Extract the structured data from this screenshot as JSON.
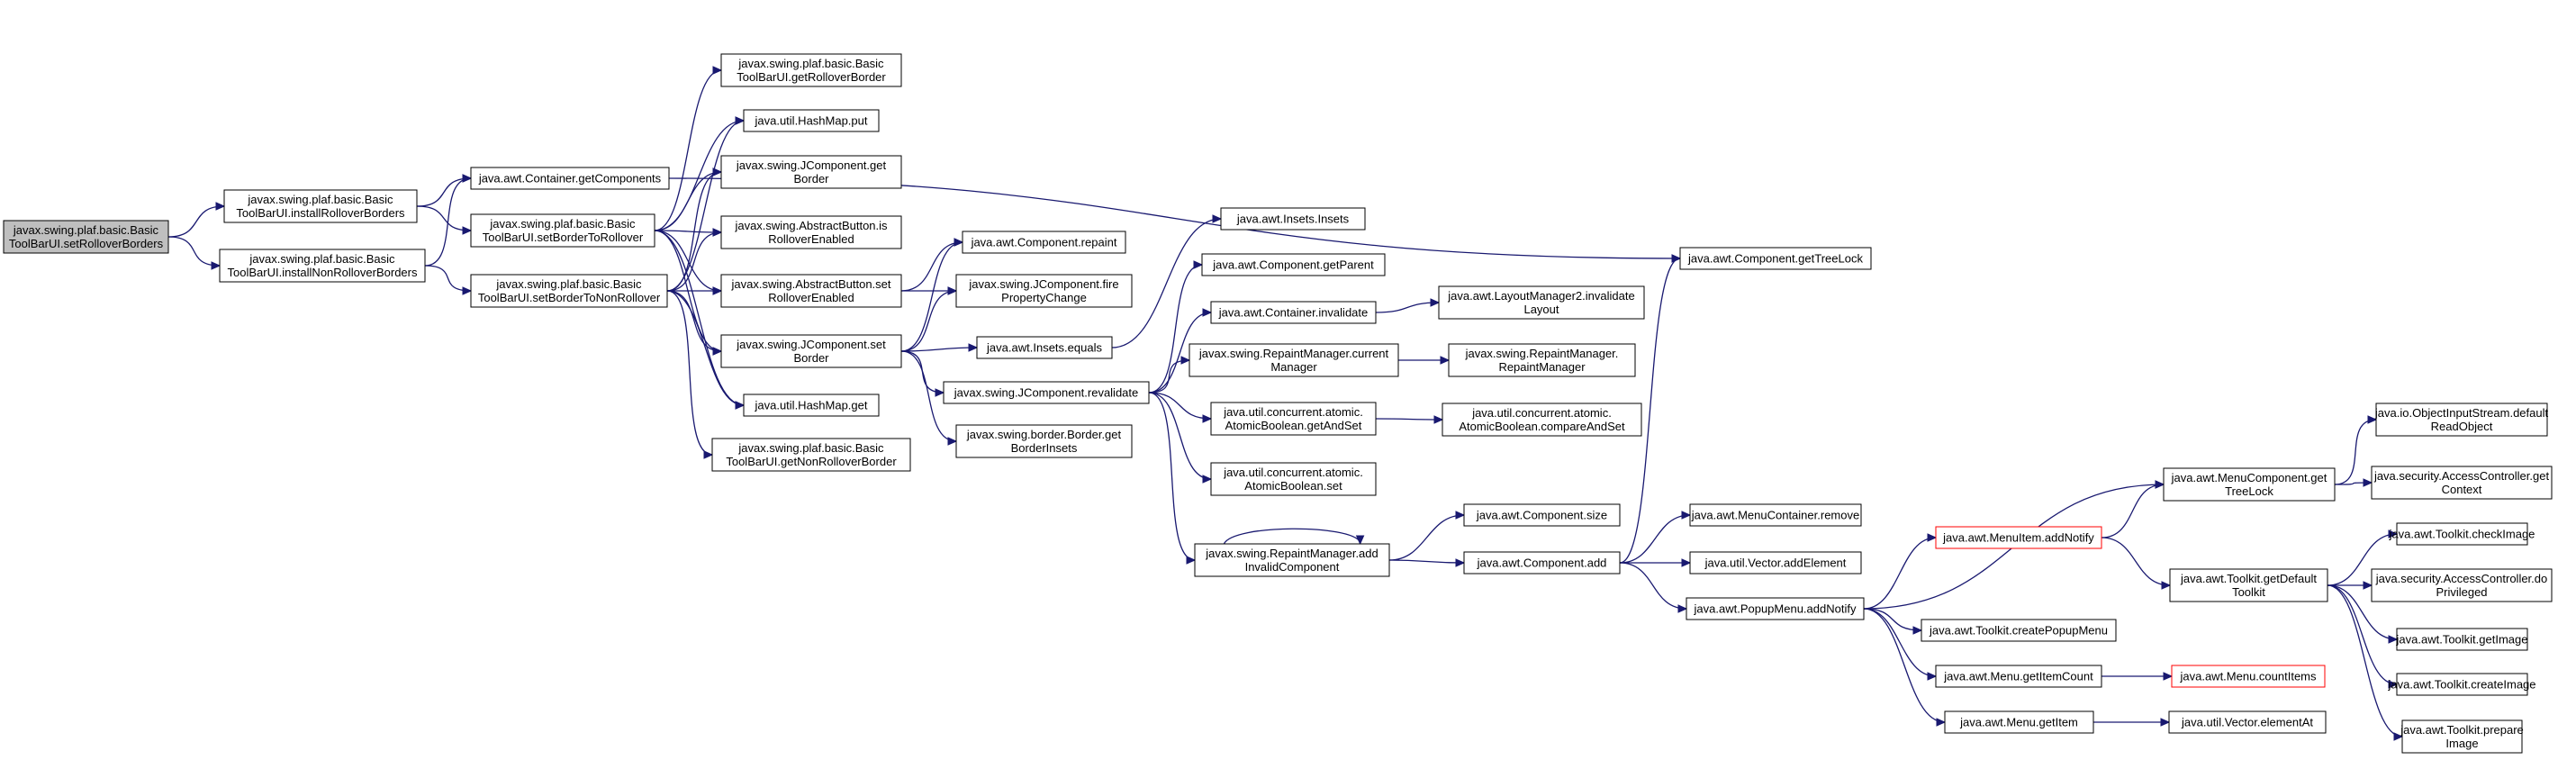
{
  "diagram": {
    "nodes": [
      {
        "id": "n0",
        "lines": [
          "javax.swing.plaf.basic.Basic",
          "ToolBarUI.setRolloverBorders"
        ],
        "root": true,
        "red": false
      },
      {
        "id": "n1",
        "lines": [
          "javax.swing.plaf.basic.Basic",
          "ToolBarUI.installRolloverBorders"
        ],
        "root": false,
        "red": false
      },
      {
        "id": "n2",
        "lines": [
          "javax.swing.plaf.basic.Basic",
          "ToolBarUI.installNonRolloverBorders"
        ],
        "root": false,
        "red": false
      },
      {
        "id": "n3",
        "lines": [
          "java.awt.Container.getComponents"
        ],
        "root": false,
        "red": false
      },
      {
        "id": "n4",
        "lines": [
          "javax.swing.plaf.basic.Basic",
          "ToolBarUI.setBorderToRollover"
        ],
        "root": false,
        "red": false
      },
      {
        "id": "n5",
        "lines": [
          "javax.swing.plaf.basic.Basic",
          "ToolBarUI.setBorderToNonRollover"
        ],
        "root": false,
        "red": false
      },
      {
        "id": "n6",
        "lines": [
          "javax.swing.plaf.basic.Basic",
          "ToolBarUI.getRolloverBorder"
        ],
        "root": false,
        "red": false
      },
      {
        "id": "n7",
        "lines": [
          "java.util.HashMap.put"
        ],
        "root": false,
        "red": false
      },
      {
        "id": "n8",
        "lines": [
          "javax.swing.JComponent.get",
          "Border"
        ],
        "root": false,
        "red": false
      },
      {
        "id": "n9",
        "lines": [
          "javax.swing.AbstractButton.is",
          "RolloverEnabled"
        ],
        "root": false,
        "red": false
      },
      {
        "id": "n10",
        "lines": [
          "javax.swing.AbstractButton.set",
          "RolloverEnabled"
        ],
        "root": false,
        "red": false
      },
      {
        "id": "n11",
        "lines": [
          "javax.swing.JComponent.set",
          "Border"
        ],
        "root": false,
        "red": false
      },
      {
        "id": "n12",
        "lines": [
          "java.util.HashMap.get"
        ],
        "root": false,
        "red": false
      },
      {
        "id": "n13",
        "lines": [
          "javax.swing.plaf.basic.Basic",
          "ToolBarUI.getNonRolloverBorder"
        ],
        "root": false,
        "red": false
      },
      {
        "id": "n14",
        "lines": [
          "java.awt.Component.repaint"
        ],
        "root": false,
        "red": false
      },
      {
        "id": "n15",
        "lines": [
          "javax.swing.JComponent.fire",
          "PropertyChange"
        ],
        "root": false,
        "red": false
      },
      {
        "id": "n16",
        "lines": [
          "java.awt.Insets.equals"
        ],
        "root": false,
        "red": false
      },
      {
        "id": "n17",
        "lines": [
          "javax.swing.JComponent.revalidate"
        ],
        "root": false,
        "red": false
      },
      {
        "id": "n18",
        "lines": [
          "javax.swing.border.Border.get",
          "BorderInsets"
        ],
        "root": false,
        "red": false
      },
      {
        "id": "n19",
        "lines": [
          "java.awt.Insets.Insets"
        ],
        "root": false,
        "red": false
      },
      {
        "id": "n20",
        "lines": [
          "java.awt.Component.getParent"
        ],
        "root": false,
        "red": false
      },
      {
        "id": "n21",
        "lines": [
          "java.awt.Container.invalidate"
        ],
        "root": false,
        "red": false
      },
      {
        "id": "n22",
        "lines": [
          "javax.swing.RepaintManager.current",
          "Manager"
        ],
        "root": false,
        "red": false
      },
      {
        "id": "n23",
        "lines": [
          "java.util.concurrent.atomic.",
          "AtomicBoolean.getAndSet"
        ],
        "root": false,
        "red": false
      },
      {
        "id": "n24",
        "lines": [
          "java.util.concurrent.atomic.",
          "AtomicBoolean.set"
        ],
        "root": false,
        "red": false
      },
      {
        "id": "n25",
        "lines": [
          "javax.swing.RepaintManager.add",
          "InvalidComponent"
        ],
        "root": false,
        "red": false
      },
      {
        "id": "n26",
        "lines": [
          "java.awt.LayoutManager2.invalidate",
          "Layout"
        ],
        "root": false,
        "red": false
      },
      {
        "id": "n27",
        "lines": [
          "javax.swing.RepaintManager.",
          "RepaintManager"
        ],
        "root": false,
        "red": false
      },
      {
        "id": "n28",
        "lines": [
          "java.util.concurrent.atomic.",
          "AtomicBoolean.compareAndSet"
        ],
        "root": false,
        "red": false
      },
      {
        "id": "n29",
        "lines": [
          "java.awt.Component.size"
        ],
        "root": false,
        "red": false
      },
      {
        "id": "n30",
        "lines": [
          "java.awt.Component.add"
        ],
        "root": false,
        "red": false
      },
      {
        "id": "n31",
        "lines": [
          "java.awt.Component.getTreeLock"
        ],
        "root": false,
        "red": false
      },
      {
        "id": "n32",
        "lines": [
          "java.awt.MenuContainer.remove"
        ],
        "root": false,
        "red": false
      },
      {
        "id": "n33",
        "lines": [
          "java.util.Vector.addElement"
        ],
        "root": false,
        "red": false
      },
      {
        "id": "n34",
        "lines": [
          "java.awt.PopupMenu.addNotify"
        ],
        "root": false,
        "red": false
      },
      {
        "id": "n35",
        "lines": [
          "java.awt.MenuItem.addNotify"
        ],
        "root": false,
        "red": true
      },
      {
        "id": "n36",
        "lines": [
          "java.awt.Toolkit.createPopupMenu"
        ],
        "root": false,
        "red": false
      },
      {
        "id": "n37",
        "lines": [
          "java.awt.Menu.getItemCount"
        ],
        "root": false,
        "red": false
      },
      {
        "id": "n38",
        "lines": [
          "java.awt.Menu.getItem"
        ],
        "root": false,
        "red": false
      },
      {
        "id": "n39",
        "lines": [
          "java.awt.MenuComponent.get",
          "TreeLock"
        ],
        "root": false,
        "red": false
      },
      {
        "id": "n40",
        "lines": [
          "java.awt.Toolkit.getDefault",
          "Toolkit"
        ],
        "root": false,
        "red": false
      },
      {
        "id": "n41",
        "lines": [
          "java.awt.Menu.countItems"
        ],
        "root": false,
        "red": true
      },
      {
        "id": "n42",
        "lines": [
          "java.util.Vector.elementAt"
        ],
        "root": false,
        "red": false
      },
      {
        "id": "n43",
        "lines": [
          "java.io.ObjectInputStream.default",
          "ReadObject"
        ],
        "root": false,
        "red": false
      },
      {
        "id": "n44",
        "lines": [
          "java.security.AccessController.get",
          "Context"
        ],
        "root": false,
        "red": false
      },
      {
        "id": "n45",
        "lines": [
          "java.awt.Toolkit.checkImage"
        ],
        "root": false,
        "red": false
      },
      {
        "id": "n46",
        "lines": [
          "java.security.AccessController.do",
          "Privileged"
        ],
        "root": false,
        "red": false
      },
      {
        "id": "n47",
        "lines": [
          "java.awt.Toolkit.getImage"
        ],
        "root": false,
        "red": false
      },
      {
        "id": "n48",
        "lines": [
          "java.awt.Toolkit.createImage"
        ],
        "root": false,
        "red": false
      },
      {
        "id": "n49",
        "lines": [
          "java.awt.Toolkit.prepare",
          "Image"
        ],
        "root": false,
        "red": false
      }
    ],
    "edges": [
      [
        "n0",
        "n1"
      ],
      [
        "n0",
        "n2"
      ],
      [
        "n1",
        "n3"
      ],
      [
        "n1",
        "n4"
      ],
      [
        "n2",
        "n3"
      ],
      [
        "n2",
        "n5"
      ],
      [
        "n3",
        "n31"
      ],
      [
        "n4",
        "n6"
      ],
      [
        "n4",
        "n7"
      ],
      [
        "n4",
        "n8"
      ],
      [
        "n4",
        "n9"
      ],
      [
        "n4",
        "n10"
      ],
      [
        "n4",
        "n11"
      ],
      [
        "n4",
        "n12"
      ],
      [
        "n5",
        "n7"
      ],
      [
        "n5",
        "n8"
      ],
      [
        "n5",
        "n9"
      ],
      [
        "n5",
        "n10"
      ],
      [
        "n5",
        "n11"
      ],
      [
        "n5",
        "n12"
      ],
      [
        "n5",
        "n13"
      ],
      [
        "n10",
        "n14"
      ],
      [
        "n10",
        "n15"
      ],
      [
        "n11",
        "n14"
      ],
      [
        "n11",
        "n15"
      ],
      [
        "n11",
        "n16"
      ],
      [
        "n11",
        "n17"
      ],
      [
        "n11",
        "n18"
      ],
      [
        "n16",
        "n19"
      ],
      [
        "n17",
        "n20"
      ],
      [
        "n17",
        "n21"
      ],
      [
        "n17",
        "n22"
      ],
      [
        "n17",
        "n23"
      ],
      [
        "n17",
        "n24"
      ],
      [
        "n17",
        "n25"
      ],
      [
        "n21",
        "n26"
      ],
      [
        "n22",
        "n27"
      ],
      [
        "n23",
        "n28"
      ],
      [
        "n25",
        "n25"
      ],
      [
        "n25",
        "n29"
      ],
      [
        "n25",
        "n30"
      ],
      [
        "n30",
        "n31"
      ],
      [
        "n30",
        "n32"
      ],
      [
        "n30",
        "n33"
      ],
      [
        "n30",
        "n34"
      ],
      [
        "n34",
        "n39"
      ],
      [
        "n34",
        "n35"
      ],
      [
        "n34",
        "n36"
      ],
      [
        "n34",
        "n37"
      ],
      [
        "n34",
        "n38"
      ],
      [
        "n35",
        "n39"
      ],
      [
        "n35",
        "n40"
      ],
      [
        "n37",
        "n41"
      ],
      [
        "n38",
        "n42"
      ],
      [
        "n39",
        "n43"
      ],
      [
        "n39",
        "n44"
      ],
      [
        "n40",
        "n45"
      ],
      [
        "n40",
        "n46"
      ],
      [
        "n40",
        "n47"
      ],
      [
        "n40",
        "n48"
      ],
      [
        "n40",
        "n49"
      ]
    ]
  }
}
